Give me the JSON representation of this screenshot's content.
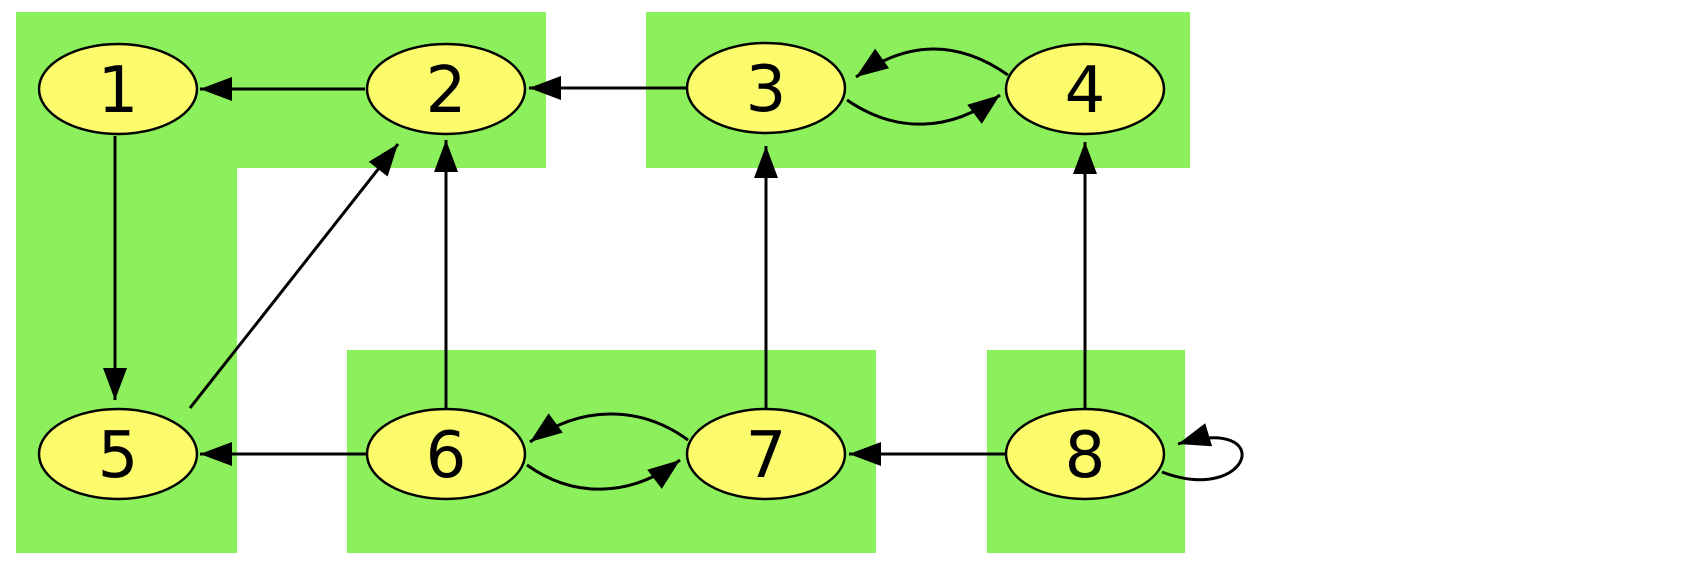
{
  "colors": {
    "page_background": "#FFFFFF",
    "cluster_fill": "#8CF05C",
    "node_fill": "#FBFB6B",
    "line_color": "#000000"
  },
  "graph": {
    "type": "directed-graph",
    "nodes": [
      {
        "id": "1",
        "label": "1"
      },
      {
        "id": "2",
        "label": "2"
      },
      {
        "id": "3",
        "label": "3"
      },
      {
        "id": "4",
        "label": "4"
      },
      {
        "id": "5",
        "label": "5"
      },
      {
        "id": "6",
        "label": "6"
      },
      {
        "id": "7",
        "label": "7"
      },
      {
        "id": "8",
        "label": "8"
      }
    ],
    "edges": [
      {
        "from": "2",
        "to": "1",
        "shape": "straight"
      },
      {
        "from": "3",
        "to": "2",
        "shape": "straight"
      },
      {
        "from": "4",
        "to": "3",
        "shape": "curved"
      },
      {
        "from": "3",
        "to": "4",
        "shape": "curved"
      },
      {
        "from": "1",
        "to": "5",
        "shape": "straight"
      },
      {
        "from": "5",
        "to": "2",
        "shape": "straight"
      },
      {
        "from": "6",
        "to": "2",
        "shape": "straight"
      },
      {
        "from": "6",
        "to": "5",
        "shape": "straight"
      },
      {
        "from": "7",
        "to": "6",
        "shape": "curved"
      },
      {
        "from": "6",
        "to": "7",
        "shape": "curved"
      },
      {
        "from": "7",
        "to": "3",
        "shape": "straight"
      },
      {
        "from": "8",
        "to": "7",
        "shape": "straight"
      },
      {
        "from": "8",
        "to": "4",
        "shape": "straight"
      },
      {
        "from": "8",
        "to": "8",
        "shape": "self-loop"
      }
    ],
    "clusters": [
      {
        "id": "cluster-a",
        "members": [
          "1",
          "2",
          "5"
        ],
        "shape": "L-shaped"
      },
      {
        "id": "cluster-b",
        "members": [
          "3",
          "4"
        ],
        "shape": "rectangle"
      },
      {
        "id": "cluster-c",
        "members": [
          "6",
          "7"
        ],
        "shape": "rectangle"
      },
      {
        "id": "cluster-d",
        "members": [
          "8"
        ],
        "shape": "rectangle"
      }
    ]
  }
}
